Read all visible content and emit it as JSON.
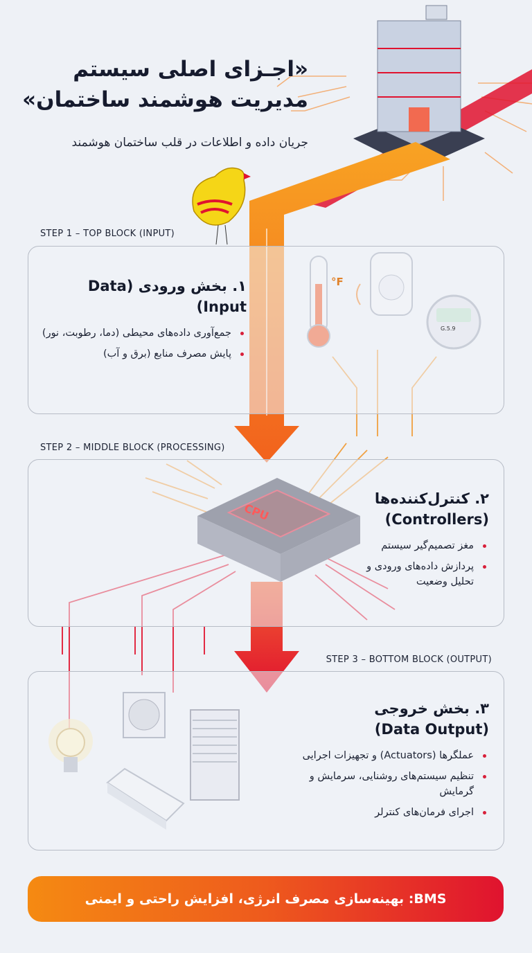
{
  "header": {
    "title_line1": "«اجـزای اصلی سیستم",
    "title_line2": "مدیریت هوشمند ساختمان»",
    "subtitle": "جریان داده و اطلاعات در قلب ساختمان هوشمند"
  },
  "steps": [
    {
      "label": "STEP 1 – TOP BLOCK (INPUT)",
      "heading": "۱. بخش ورودی (Data Input)",
      "bullets": [
        "جمع‌آوری داده‌های محیطی (دما، رطوبت، نور)",
        "پایش مصرف منابع (برق و آب)"
      ],
      "devices": [
        "thermometer",
        "motion-sensor",
        "smart-meter"
      ]
    },
    {
      "label": "STEP 2 – MIDDLE BLOCK (PROCESSING)",
      "heading": "۲. کنترل‌کننده‌ها",
      "heading_en": "(Controllers)",
      "bullets": [
        "مغز تصمیم‌گیر سیستم",
        "پردازش داده‌های ورودی و تحلیل وضعیت"
      ],
      "chip_label": "CPU"
    },
    {
      "label": "STEP 3 – BOTTOM BLOCK (OUTPUT)",
      "heading": "۳. بخش خروجی",
      "heading_en": "(Data Output)",
      "bullets": [
        "عملگرها (Actuators) و تجهیزات اجرایی",
        "تنظیم سیستم‌های روشنایی، سرمایش و گرمایش",
        "اجرای فرمان‌های کنترلر"
      ],
      "devices": [
        "light-bulb",
        "fan",
        "window-blinds",
        "air-conditioner"
      ]
    }
  ],
  "thermometer_unit": "°F",
  "meter_reading": "G.5.9",
  "footer": {
    "banner": "BMS: بهینه‌سازی مصرف انرژی، افزایش راحتی و ایمنی"
  },
  "colors": {
    "orange": "#f7901e",
    "red": "#e0132f",
    "text": "#141a2b",
    "border": "#b7bcc6"
  }
}
